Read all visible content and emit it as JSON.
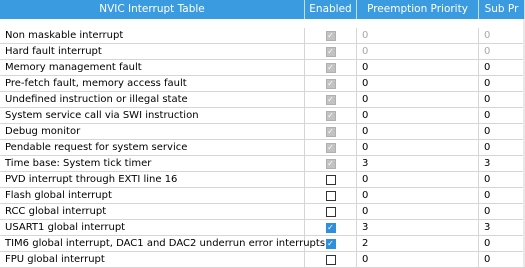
{
  "headers": {
    "name": "NVIC Interrupt Table",
    "enabled": "Enabled",
    "preemption": "Preemption Priority",
    "sub": "Sub Pr"
  },
  "rows": [
    {
      "name": "Non maskable interrupt",
      "enabled": "locked",
      "preemption": "0",
      "sub": "0",
      "dim": true
    },
    {
      "name": "Hard fault interrupt",
      "enabled": "locked",
      "preemption": "0",
      "sub": "0",
      "dim": true
    },
    {
      "name": "Memory management fault",
      "enabled": "locked",
      "preemption": "0",
      "sub": "0",
      "dim": false
    },
    {
      "name": "Pre-fetch fault, memory access fault",
      "enabled": "locked",
      "preemption": "0",
      "sub": "0",
      "dim": false
    },
    {
      "name": "Undefined instruction or illegal state",
      "enabled": "locked",
      "preemption": "0",
      "sub": "0",
      "dim": false
    },
    {
      "name": "System service call via SWI instruction",
      "enabled": "locked",
      "preemption": "0",
      "sub": "0",
      "dim": false
    },
    {
      "name": "Debug monitor",
      "enabled": "locked",
      "preemption": "0",
      "sub": "0",
      "dim": false
    },
    {
      "name": "Pendable request for system service",
      "enabled": "locked",
      "preemption": "0",
      "sub": "0",
      "dim": false
    },
    {
      "name": "Time base: System tick timer",
      "enabled": "locked",
      "preemption": "3",
      "sub": "3",
      "dim": false
    },
    {
      "name": "PVD interrupt through EXTI line 16",
      "enabled": "off",
      "preemption": "0",
      "sub": "0",
      "dim": false
    },
    {
      "name": "Flash global interrupt",
      "enabled": "off",
      "preemption": "0",
      "sub": "0",
      "dim": false
    },
    {
      "name": "RCC global interrupt",
      "enabled": "off",
      "preemption": "0",
      "sub": "0",
      "dim": false
    },
    {
      "name": "USART1 global interrupt",
      "enabled": "on",
      "preemption": "3",
      "sub": "3",
      "dim": false
    },
    {
      "name": "TIM6 global interrupt, DAC1 and DAC2 underrun error interrupts",
      "enabled": "on",
      "preemption": "2",
      "sub": "0",
      "dim": false
    },
    {
      "name": "FPU global interrupt",
      "enabled": "off",
      "preemption": "0",
      "sub": "0",
      "dim": false
    }
  ],
  "colors": {
    "header_bg": "#3b9be0",
    "checkbox_enabled": "#2f8fda",
    "checkbox_locked": "#c2c2c2"
  }
}
